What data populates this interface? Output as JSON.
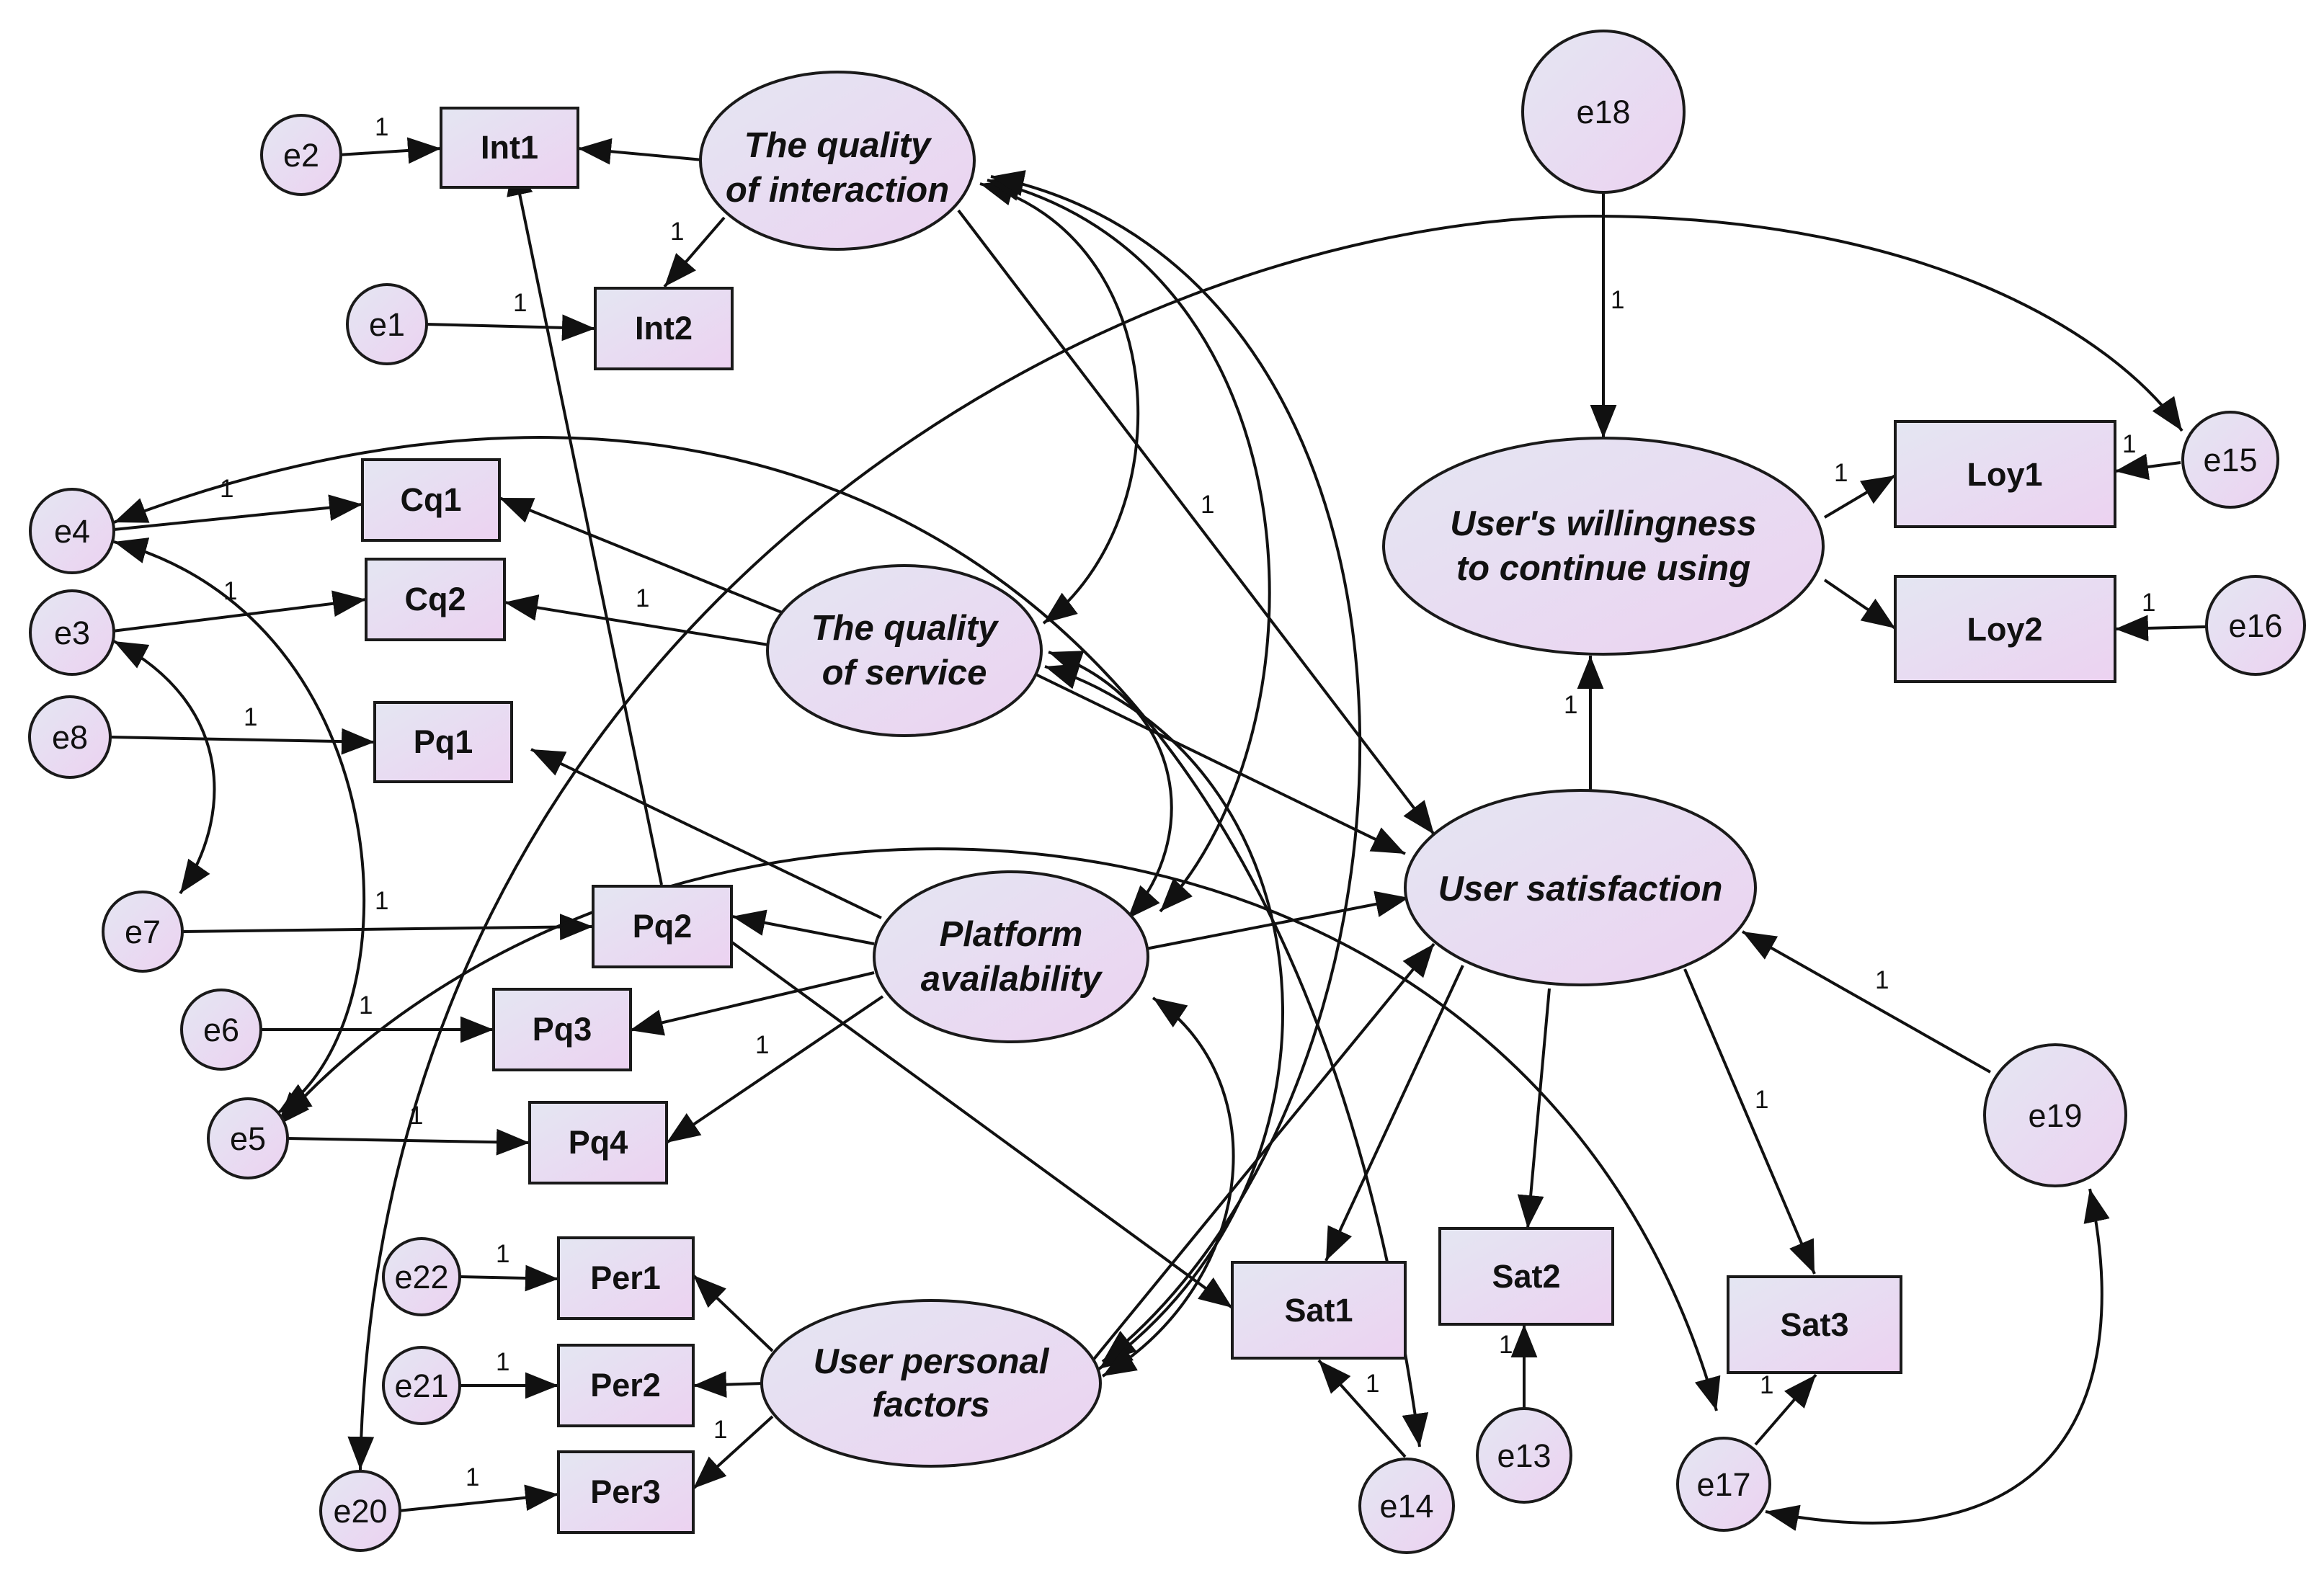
{
  "colors": {
    "fill_light": "#e4e6f2",
    "fill_dark": "#ecd2f1",
    "stroke": "#1a1a1a"
  },
  "latents": {
    "interaction": [
      "The quality",
      "of interaction"
    ],
    "service": [
      "The quality",
      "of service"
    ],
    "platform": [
      "Platform",
      "availability"
    ],
    "personal": [
      "User personal",
      "factors"
    ],
    "satisfaction": [
      "User satisfaction"
    ],
    "willingness": [
      "User's willingness",
      "to continue using"
    ]
  },
  "observed": {
    "int1": "Int1",
    "int2": "Int2",
    "cq1": "Cq1",
    "cq2": "Cq2",
    "pq1": "Pq1",
    "pq2": "Pq2",
    "pq3": "Pq3",
    "pq4": "Pq4",
    "per1": "Per1",
    "per2": "Per2",
    "per3": "Per3",
    "sat1": "Sat1",
    "sat2": "Sat2",
    "sat3": "Sat3",
    "loy1": "Loy1",
    "loy2": "Loy2"
  },
  "errors": {
    "e1": "e1",
    "e2": "e2",
    "e3": "e3",
    "e4": "e4",
    "e5": "e5",
    "e6": "e6",
    "e7": "e7",
    "e8": "e8",
    "e13": "e13",
    "e14": "e14",
    "e15": "e15",
    "e16": "e16",
    "e17": "e17",
    "e18": "e18",
    "e19": "e19",
    "e20": "e20",
    "e21": "e21",
    "e22": "e22"
  },
  "path_weight": "1"
}
